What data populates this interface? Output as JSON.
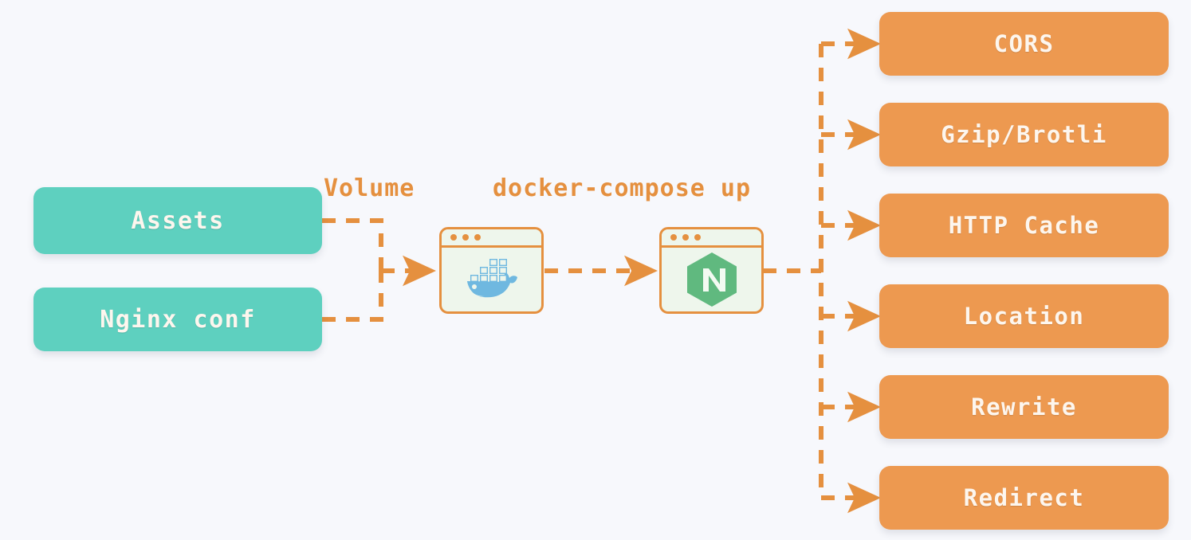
{
  "diagram": {
    "title": "Docker + Nginx static hosting flow",
    "background_color": "#f7f8fc",
    "colors": {
      "teal": "#5ed0bf",
      "orange": "#ed9950",
      "edge": "#e5903f",
      "icon_panel_bg": "#eef6ec",
      "docker_blue": "#6fb8e0",
      "nginx_green": "#60b97f",
      "node_text": "#fdf6ee"
    },
    "inputs": [
      {
        "id": "assets",
        "label": "Assets"
      },
      {
        "id": "nginx-conf",
        "label": "Nginx conf"
      }
    ],
    "stages": [
      {
        "id": "docker",
        "icon": "docker-whale-icon",
        "icon_label": "Docker"
      },
      {
        "id": "nginx",
        "icon": "nginx-hexagon-icon",
        "icon_label": "N"
      }
    ],
    "edge_labels": [
      {
        "id": "volume",
        "text": "Volume"
      },
      {
        "id": "compose",
        "text": "docker-compose up"
      }
    ],
    "features": [
      {
        "id": "cors",
        "label": "CORS"
      },
      {
        "id": "gzip-brotli",
        "label": "Gzip/Brotli"
      },
      {
        "id": "http-cache",
        "label": "HTTP Cache"
      },
      {
        "id": "location",
        "label": "Location"
      },
      {
        "id": "rewrite",
        "label": "Rewrite"
      },
      {
        "id": "redirect",
        "label": "Redirect"
      }
    ]
  }
}
